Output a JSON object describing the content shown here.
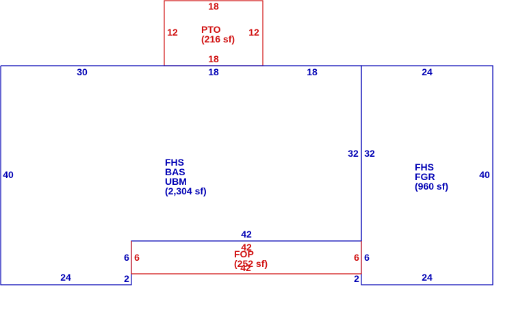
{
  "colors": {
    "main": "#0000b4",
    "porch": "#d01010"
  },
  "areas": {
    "pto": {
      "line1": "PTO",
      "line2": "(216 sf)"
    },
    "main": {
      "line1": "FHS",
      "line2": "BAS",
      "line3": "UBM",
      "line4": "(2,304 sf)"
    },
    "garage": {
      "line1": "FHS",
      "line2": "FGR",
      "line3": "(960 sf)"
    },
    "fop": {
      "line1": "FOP",
      "line2": "(252 sf)"
    }
  },
  "dimensions": {
    "pto_top": "18",
    "pto_left": "12",
    "pto_right": "12",
    "pto_bottom": "18",
    "main_top_left": "30",
    "main_top_mid": "18",
    "main_top_right": "18",
    "main_left": "40",
    "main_right": "32",
    "main_bottom_left": "24",
    "main_notch": "2",
    "main_inner_top": "42",
    "main_inner_left": "6",
    "garage_top": "24",
    "garage_left": "32",
    "garage_right": "40",
    "garage_bottom": "24",
    "garage_inner_left": "6",
    "garage_notch": "2",
    "fop_top": "42",
    "fop_left": "6",
    "fop_right": "6",
    "fop_bottom": "42"
  }
}
